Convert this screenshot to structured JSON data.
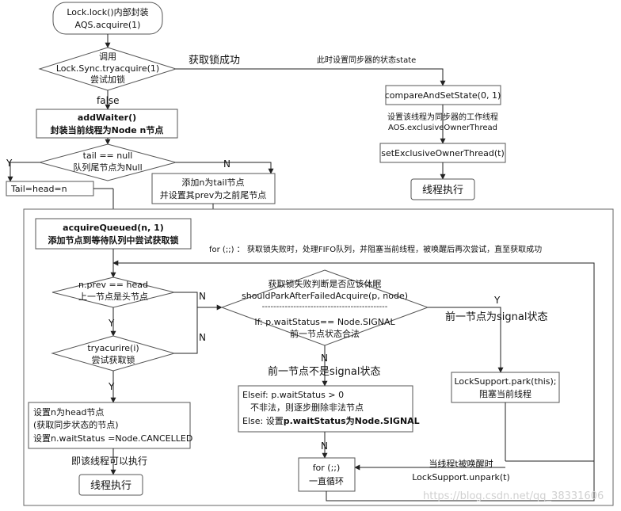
{
  "top": {
    "start_l1": "Lock.lock()内部封装",
    "start_l2": "AQS.acquire(1)",
    "try_l1": "调用",
    "try_l2": "Lock.Sync.tryacquire(1)",
    "try_l3": "尝试加锁",
    "success_label": "获取锁成功",
    "set_state_note": "此时设置同步器的状态state",
    "false_label": "false",
    "addwaiter_l1": "addWaiter()",
    "addwaiter_l2": "封装当前线程为Node n节点",
    "tail_l1": "tail == null",
    "tail_l2": "队列尾节点为Null",
    "y_label": "Y",
    "n_label": "N",
    "tailhead": "Tail=head=n",
    "addtail_l1": "添加n为tail节点",
    "addtail_l2": "并设置其prev为之前尾节点"
  },
  "right": {
    "cas": "compareAndSetState(0, 1)",
    "owner_note_l1": "设置该线程为同步器的工作线程",
    "owner_note_l2": "AOS.exclusiveOwnerThread",
    "setowner": "setExclusiveOwnerThread(t)",
    "exec": "线程执行"
  },
  "loop": {
    "aq_l1": "acquireQueued(n, 1)",
    "aq_l2": "添加节点到等待队列中尝试获取锁",
    "for_note": "for (;;) ： 获取锁失败时，处理FIFO队列，并阻塞当前线程，被唤醒后再次尝试，直至获取成功",
    "prev_l1": "n.prev == head",
    "prev_l2": "上一节点是头节点",
    "n1": "N",
    "y1": "Y",
    "tryacq_l1": "tryacurire(i)",
    "tryacq_l2": "尝试获取锁",
    "n2": "N",
    "y2": "Y",
    "should_l1": "获取锁失败判断是否应该休眠",
    "should_l2": "shouldParkAfterFailedAcquire(p, node)",
    "should_sep": "--------------------------------------------",
    "should_l3": "If:  p.waitStatus== Node.SIGNAL",
    "should_l4": "前一节点状态合法",
    "y3": "Y",
    "signal_note": "前一节点为signal状态",
    "n3": "N",
    "not_signal": "前一节点不是signal状态",
    "park_l1": "LockSupport.park(this);",
    "park_l2": "阻塞当前线程",
    "else_l1": "Elseif:   p.waitStatus > 0",
    "else_l2": "不非法，则逐步删除非法节点",
    "else_l3a": "Else:  设置",
    "else_l3b": "p.waitStatus",
    "else_l3c": "为",
    "else_l3d": "Node.SIGNAL",
    "n4": "N",
    "sethead_l1": "设置n为head节点",
    "sethead_l2": "(获取同步状态的节点)",
    "sethead_l3": "设置n.waitStatus =Node.CANCELLED",
    "can_run": "即该线程可以执行",
    "exec2": "线程执行",
    "forloop_l1": "for (;;)",
    "forloop_l2": "一直循环",
    "wake_l1": "当线程t被唤醒时",
    "wake_l2": "LockSupport.unpark(t)"
  },
  "watermark": "https://blog.csdn.net/qq_38331606"
}
